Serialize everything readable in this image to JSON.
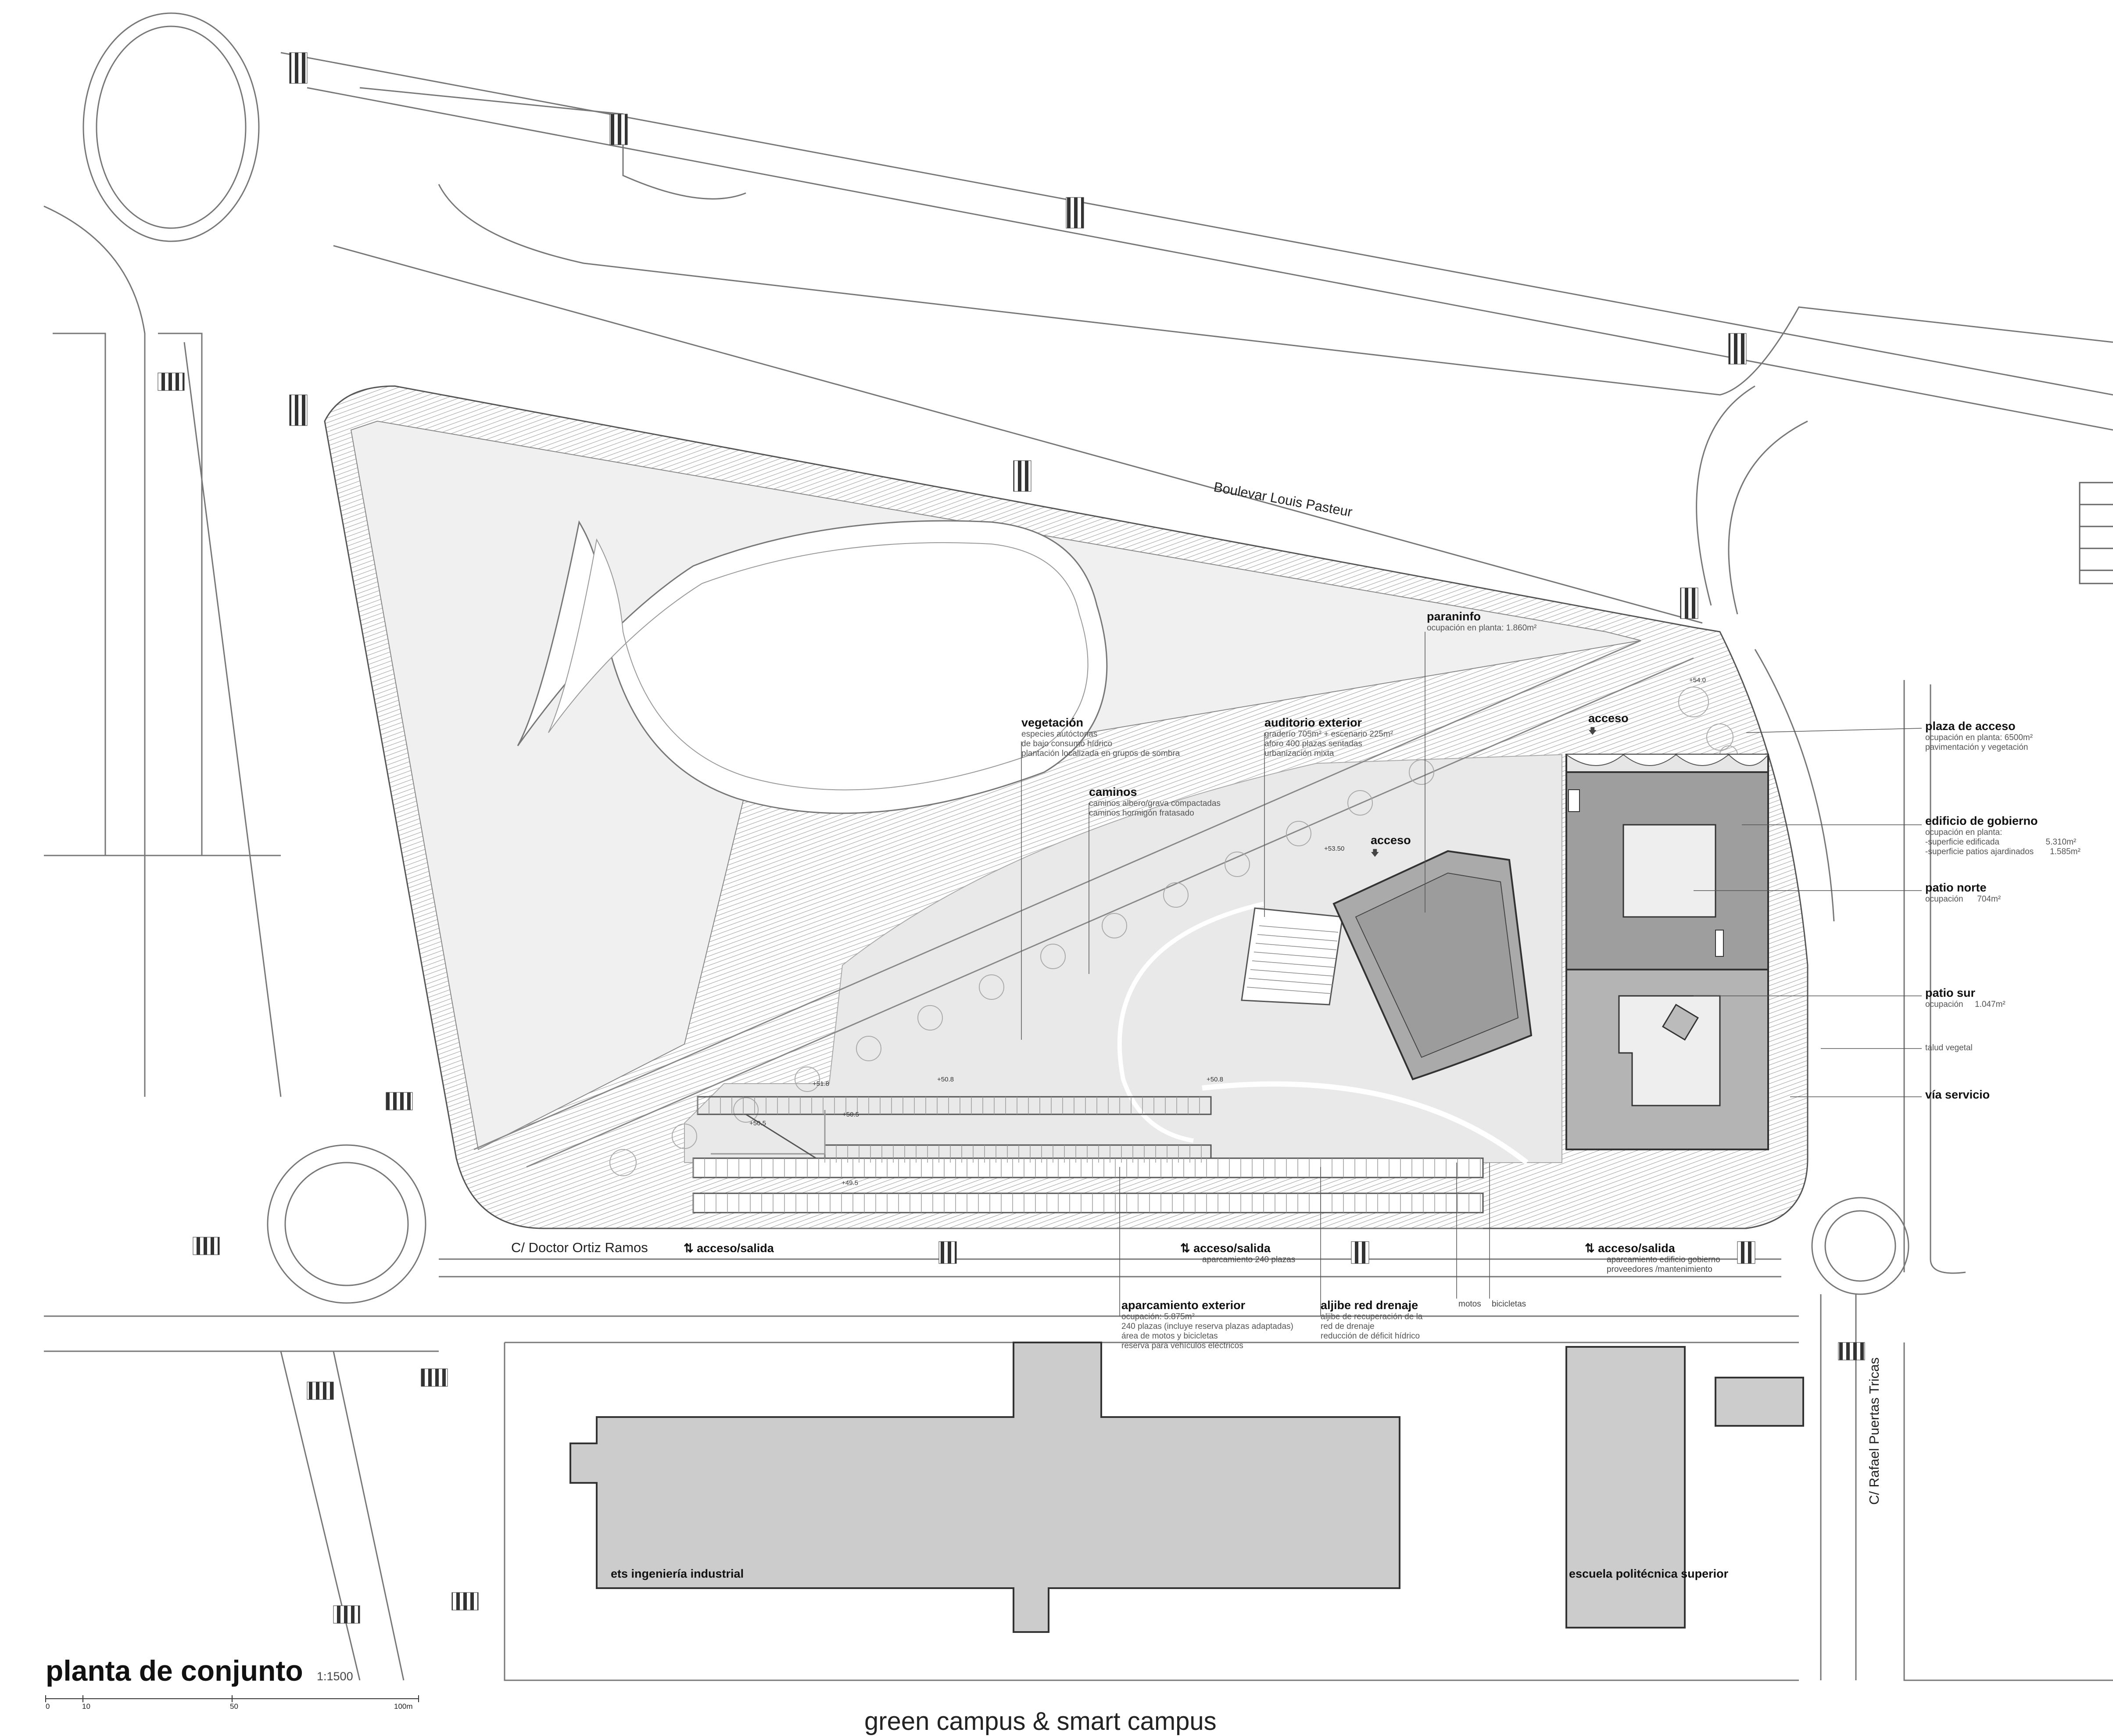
{
  "title": "planta de conjunto",
  "scale": "1:1500",
  "scalebar": {
    "ticks": [
      "0",
      "10",
      "50",
      "100m"
    ]
  },
  "footer": "green campus  &  smart campus",
  "streets": {
    "boulevard": "Boulevar Louis Pasteur",
    "doctor": "C/ Doctor Ortiz Ramos",
    "rafael": "C/ Rafael Puertas Tricas"
  },
  "labels": {
    "paraninfo": {
      "title": "paraninfo",
      "lines": [
        "ocupación en planta: 1.860m²"
      ]
    },
    "vegetacion": {
      "title": "vegetación",
      "lines": [
        "especies autóctonas",
        "de bajo consumo hídrico",
        "plantación localizada en grupos de sombra"
      ]
    },
    "caminos": {
      "title": "caminos",
      "lines": [
        "caminos albero/grava compactadas",
        "caminos hormigón fratasado"
      ]
    },
    "auditorio": {
      "title": "auditorio exterior",
      "lines": [
        "graderío 705m² + escenario 225m²",
        "aforo 400 plazas sentadas",
        "urbanización mixta"
      ]
    },
    "plaza": {
      "title": "plaza de acceso",
      "lines": [
        "ocupación en planta: 6500m²",
        "pavimentación y vegetación"
      ]
    },
    "edificio": {
      "title": "edificio de gobierno",
      "lines": [
        "ocupación en planta:",
        "-superficie edificada                    5.310m²",
        "-superficie patios ajardinados       1.585m²"
      ]
    },
    "patio_norte": {
      "title": "patio norte",
      "lines": [
        "ocupación      704m²"
      ]
    },
    "patio_sur": {
      "title": "patio sur",
      "lines": [
        "ocupación     1.047m²"
      ]
    },
    "talud": {
      "title": "",
      "lines": [
        "talud vegetal"
      ]
    },
    "via": {
      "title": "vía servicio",
      "lines": []
    },
    "aparcamiento": {
      "title": "aparcamiento exterior",
      "lines": [
        "ocupación: 5.875m²",
        "240 plazas (incluye reserva plazas adaptadas)",
        "área de motos y bicicletas",
        "reserva para vehículos eléctricos"
      ]
    },
    "aljibe": {
      "title": "aljibe red drenaje",
      "lines": [
        "aljibe de recuperación de la",
        "red de drenaje",
        "reducción de déficit hídrico"
      ]
    },
    "motos": "motos",
    "bicicletas": "bicicletas"
  },
  "accesses": {
    "acceso1": "acceso",
    "acceso2": "acceso",
    "salida1": "acceso/salida",
    "salida2": {
      "title": "acceso/salida",
      "sub": "aparcamiento 240 plazas"
    },
    "salida3": {
      "title": "acceso/salida",
      "sub1": "aparcamiento edificio gobierno",
      "sub2": "proveedores /mantenimiento"
    }
  },
  "buildings": {
    "ets": "ets ingeniería industrial",
    "eps": "escuela politécnica superior"
  },
  "levels": [
    "+54.0",
    "+53.50",
    "+51.8",
    "+50.8",
    "+50.8",
    "+50.5",
    "+50.5",
    "+49.5"
  ]
}
